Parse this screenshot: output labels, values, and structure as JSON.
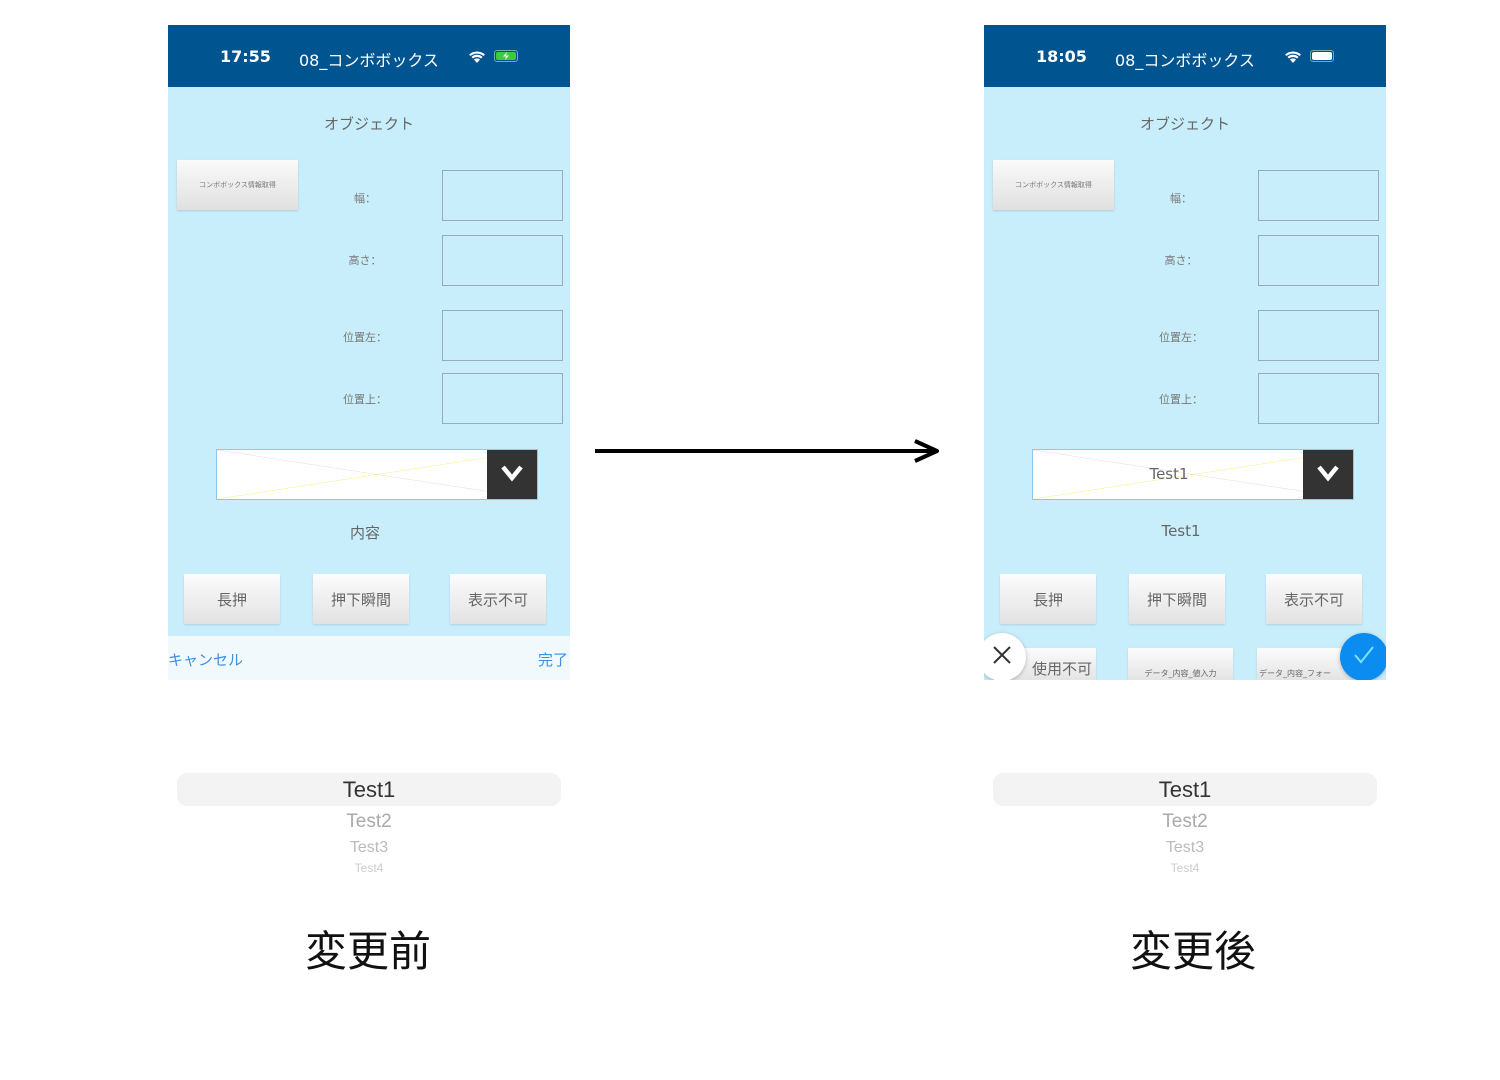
{
  "panels": [
    {
      "caption": "変更前",
      "time": "17:55",
      "app_title": "08_コンボボックス",
      "battery_color": "#3ec93e",
      "charging": true,
      "page_title": "オブジェクト",
      "info_button": "コンボボックス情報取得",
      "labels": {
        "width": "幅：",
        "height": "高さ：",
        "left": "位置左：",
        "top": "位置上："
      },
      "combo_value": "",
      "content_label": "内容",
      "buttons": [
        "長押",
        "押下瞬間",
        "表示不可"
      ],
      "toolbar": {
        "cancel": "キャンセル",
        "done": "完了"
      },
      "picker": [
        "Test1",
        "Test2",
        "Test3",
        "Test4"
      ]
    },
    {
      "caption": "変更後",
      "time": "18:05",
      "app_title": "08_コンボボックス",
      "battery_color": "#ffffff",
      "charging": false,
      "page_title": "オブジェクト",
      "info_button": "コンボボックス情報取得",
      "labels": {
        "width": "幅：",
        "height": "高さ：",
        "left": "位置左：",
        "top": "位置上："
      },
      "combo_value": "Test1",
      "content_label": "Test1",
      "buttons": [
        "長押",
        "押下瞬間",
        "表示不可"
      ],
      "buttons_row2": [
        "使用不可",
        "データ_内容_値入力",
        "データ_内容_フォー"
      ],
      "fab_colors": {
        "close": "#ffffff",
        "confirm": "#0a8cf0"
      },
      "picker": [
        "Test1",
        "Test2",
        "Test3",
        "Test4"
      ]
    }
  ],
  "arrow": {
    "icon": "arrow-right-icon"
  }
}
